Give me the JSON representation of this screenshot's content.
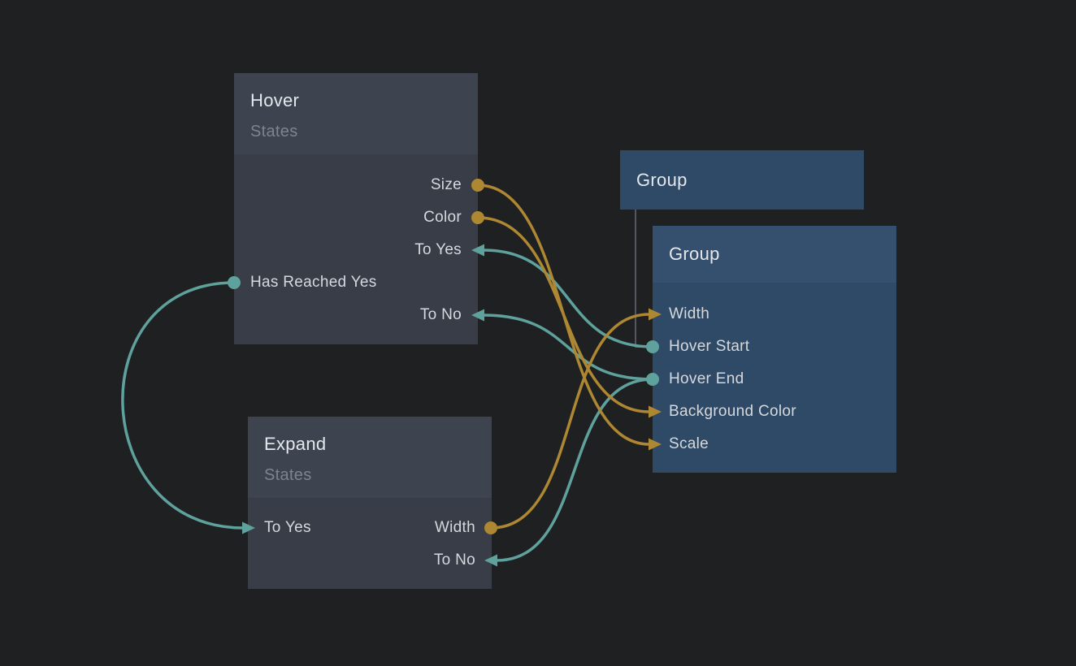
{
  "canvas": {
    "background": "#1F2021"
  },
  "colors": {
    "orange": "#AE8733",
    "teal": "#5FA19C",
    "hierarchy_line": "#54575D",
    "states_header": "#3E4350",
    "states_body": "#383D48",
    "group_header": "#35506E",
    "group_body": "#2F4A66",
    "title_text": "#E4E7EB",
    "subtitle_text": "#7E848E",
    "port_text": "#D5D9DE"
  },
  "nodes": [
    {
      "id": "hover",
      "title": "Hover",
      "subtitle": "States",
      "type": "states",
      "ports": [
        {
          "id": "hover.size",
          "label": "Size",
          "side": "right",
          "kind": "output-dot",
          "color": "orange"
        },
        {
          "id": "hover.color",
          "label": "Color",
          "side": "right",
          "kind": "output-dot",
          "color": "orange"
        },
        {
          "id": "hover.toYes",
          "label": "To Yes",
          "side": "right",
          "kind": "input-arrow",
          "color": "teal"
        },
        {
          "id": "hover.hasReachedYes",
          "label": "Has Reached Yes",
          "side": "left",
          "kind": "output-dot",
          "color": "teal"
        },
        {
          "id": "hover.toNo",
          "label": "To No",
          "side": "right",
          "kind": "input-arrow",
          "color": "teal"
        }
      ]
    },
    {
      "id": "group-parent",
      "title": "Group",
      "type": "group",
      "ports": []
    },
    {
      "id": "group",
      "title": "Group",
      "type": "group",
      "ports": [
        {
          "id": "group.width",
          "label": "Width",
          "side": "left",
          "kind": "input-arrow",
          "color": "orange"
        },
        {
          "id": "group.hoverStart",
          "label": "Hover Start",
          "side": "left",
          "kind": "output-dot",
          "color": "teal"
        },
        {
          "id": "group.hoverEnd",
          "label": "Hover End",
          "side": "left",
          "kind": "output-dot",
          "color": "teal"
        },
        {
          "id": "group.backgroundColor",
          "label": "Background Color",
          "side": "left",
          "kind": "input-arrow",
          "color": "orange"
        },
        {
          "id": "group.scale",
          "label": "Scale",
          "side": "left",
          "kind": "input-arrow",
          "color": "orange"
        }
      ]
    },
    {
      "id": "expand",
      "title": "Expand",
      "subtitle": "States",
      "type": "states",
      "ports": [
        {
          "id": "expand.toYes",
          "label": "To Yes",
          "side": "left",
          "kind": "input-arrow",
          "color": "teal"
        },
        {
          "id": "expand.width",
          "label": "Width",
          "side": "right",
          "kind": "output-dot",
          "color": "orange"
        },
        {
          "id": "expand.toNo",
          "label": "To No",
          "side": "right",
          "kind": "input-arrow",
          "color": "teal"
        }
      ]
    }
  ],
  "connections": [
    {
      "from": "hover.hasReachedYes",
      "to": "expand.toYes",
      "color": "teal"
    },
    {
      "from": "group.hoverStart",
      "to": "hover.toYes",
      "color": "teal"
    },
    {
      "from": "group.hoverEnd",
      "to": "hover.toNo",
      "color": "teal"
    },
    {
      "from": "group.hoverEnd",
      "to": "expand.toNo",
      "color": "teal"
    },
    {
      "from": "hover.size",
      "to": "group.scale",
      "color": "orange"
    },
    {
      "from": "hover.color",
      "to": "group.backgroundColor",
      "color": "orange"
    },
    {
      "from": "expand.width",
      "to": "group.width",
      "color": "orange"
    }
  ],
  "hierarchy": {
    "parent": "group-parent",
    "child_port": "group.hoverStart"
  }
}
